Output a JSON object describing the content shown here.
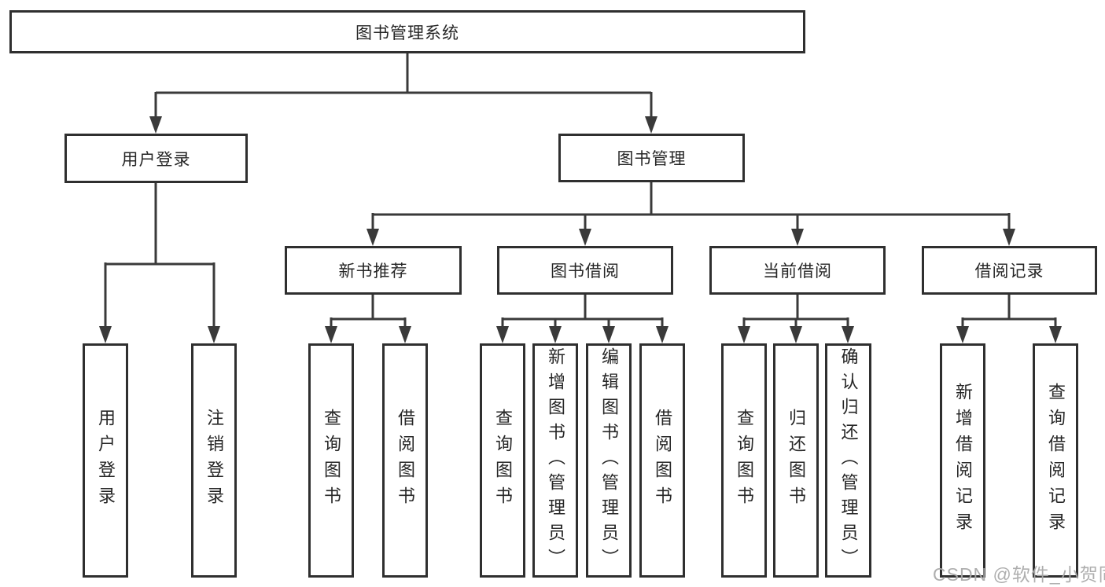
{
  "diagram": {
    "root": {
      "label": "图书管理系统"
    },
    "level2": [
      {
        "label": "用户登录"
      },
      {
        "label": "图书管理"
      }
    ],
    "level3": [
      {
        "label": "新书推荐"
      },
      {
        "label": "图书借阅"
      },
      {
        "label": "当前借阅"
      },
      {
        "label": "借阅记录"
      }
    ],
    "leaves": {
      "user_login": [
        "用户登录",
        "注销登录"
      ],
      "new_book": [
        "查询图书",
        "借阅图书"
      ],
      "book_borrow": [
        "查询图书",
        "新增图书（管理员）",
        "编辑图书（管理员）",
        "借阅图书"
      ],
      "current_borrow": [
        "查询图书",
        "归还图书",
        "确认归还（管理员）"
      ],
      "borrow_record": [
        "新增借阅记录",
        "查询借阅记录"
      ]
    }
  },
  "watermark": {
    "text": "CSDN @软件_小贺同学"
  },
  "colors": {
    "line": "#3a3a3a",
    "box_border": "#2f2f2f",
    "text": "#262626",
    "watermark": "#aaaaaa",
    "background": "#ffffff"
  }
}
